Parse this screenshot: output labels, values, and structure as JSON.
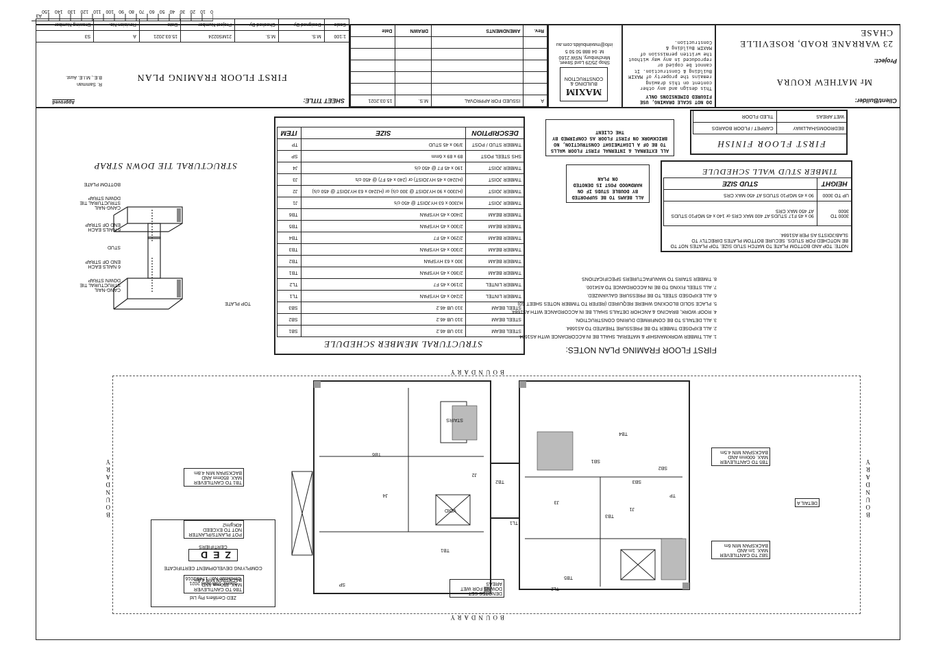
{
  "ruler": {
    "label": "A3",
    "ticks": [
      "0",
      "10",
      "20",
      "30",
      "40",
      "50",
      "60",
      "70",
      "80",
      "90",
      "100",
      "110",
      "120",
      "130",
      "140",
      "150"
    ]
  },
  "titleblock": {
    "project_label": "Project:",
    "project": "23 WARRANE ROAD, ROSEVILLE CHASE",
    "client_label": "Client/Builder:",
    "client": "Mr MATHEW KOURA",
    "disclaimer_1": "DO NOT SCALE DRAWING, USE FIGURED DIMENSIONS ONLY",
    "disclaimer_2": "This design and any other content on this drawing remains the property of MAXIM Building & Construction. It cannot be copied or reproduced in any way without the written permission of MAXIM Building & Construction.",
    "company": "MAXIM",
    "company_sub": "BUILDING & CONSTRUCTION",
    "company_address": "Shop 25/29 Lord Street, Minchinbury, NSW 2160",
    "company_phone": "M: 04 888 50 50 5",
    "company_web": "info@maximbuilds.com.au",
    "rev_headers": [
      "Rev.",
      "AMENDMENTS",
      "DRAWN",
      "Date"
    ],
    "rev_rows": [
      {
        "rev": "A",
        "amendment": "ISSUED FOR APPROVAL",
        "drawn": "M.S.",
        "date": "15.03.2021"
      }
    ],
    "sheet_title_label": "SHEET TITLE:",
    "sheet_title": "FIRST FLOOR FRAMING PLAN",
    "approved_label": "Approved",
    "approved_note_1": "R. Samman",
    "approved_note_2": "B.E., M.I.E. Aust.",
    "info_headers": [
      "Scale",
      "Designed By",
      "Checked By",
      "Project Number",
      "Date",
      "Revision No.",
      "Drawing Number"
    ],
    "info_values": [
      "1:100",
      "M.S.",
      "M.S.",
      "21MS0224",
      "15.03.2021",
      "A",
      "S3"
    ]
  },
  "finish": {
    "title": "FIRST FLOOR FINISH",
    "rows": [
      [
        "WET AREAS",
        "TILED FLOOR"
      ],
      [
        "BEDROOMS/HALLWAY",
        "CARPET / FLOOR BOARDS"
      ]
    ]
  },
  "stud_schedule": {
    "title": "TIMBER STUD WALL SCHEDULE",
    "headers": [
      "HEIGHT",
      "STUD SIZE"
    ],
    "rows": [
      [
        "UP TO 3000",
        "90 x 45 MGP10 STUDS AT 450 MAX CRS"
      ],
      [
        "3000 TO 3600",
        "90 x 45 F17 STUDS AT 400 MAX CRS or 140 x 45 MGP10 STUDS AT 450 MAX CRS"
      ]
    ],
    "note": "NOTE: TOP AND BOTTOM PLATE TO MATCH STUD SIZE. TOP PLATES NOT TO BE NOTCHED FOR STUDS. SECURE BOTTOM PLATES DIRECTLY TO SLAB/JOISTS AS PER AS1684."
  },
  "callouts": {
    "external": "ALL EXTERNAL & INTERNAL FIRST FLOOR WALLS TO BE OF A LIGHTWEIGHT CONSTRUCTION, NO BRICKWORK ON FIRST FLOOR AS CONFIRMED BY THE CLIENT",
    "beams": "ALL BEAMS TO BE SUPPORTED BY DOUBLE STUDS IF ON HARDWOOD POST IS DENOTED ON PLAN"
  },
  "member_schedule": {
    "title": "STRUCTURAL MEMBER SCHEDULE",
    "headers": [
      "ITEM",
      "SIZE",
      "DESCRIPTION"
    ],
    "rows": [
      [
        "SB1",
        "310 UB 46.2",
        "STEEL BEAM"
      ],
      [
        "SB2",
        "310 UB 46.2",
        "STEEL BEAM"
      ],
      [
        "SB3",
        "310 UB 46.2",
        "STEEL BEAM"
      ],
      [
        "TL1",
        "2/240 x 45 HYSPAN",
        "TIMBER LINTEL"
      ],
      [
        "TL2",
        "2/190 x 45 F7",
        "TIMBER LINTEL"
      ],
      [
        "TB1",
        "2/360 x 45 HYSPAN",
        "TIMBER BEAM"
      ],
      [
        "TB2",
        "300 x 63 HYSPAN",
        "TIMBER BEAM"
      ],
      [
        "TB3",
        "2/300 x 45 HYSPAN",
        "TIMBER BEAM"
      ],
      [
        "TB4",
        "2/290 x 45 F7",
        "TIMBER BEAM"
      ],
      [
        "TB5",
        "2/300 x 45 HYSPAN",
        "TIMBER BEAM"
      ],
      [
        "TB6",
        "2/400 x 45 HYSPAN",
        "TIMBER BEAM"
      ],
      [
        "J1",
        "HJ300 x 63 HYJOIST @ 450 c/s",
        "TIMBER JOIST"
      ],
      [
        "J2",
        "(HJ300 x 90 HYJOIST @ 300 c/s) or (HJ240 x 63 HYJOIST @ 450 c/s)",
        "TIMBER JOIST"
      ],
      [
        "J3",
        "(HJ240 x 45 HYJOIST) or (240 x 45 F7) @ 450 c/s",
        "TIMBER JOIST"
      ],
      [
        "J4",
        "190 x 45 F7 @ 450 c/s",
        "TIMBER JOIST"
      ],
      [
        "SP",
        "89 x 89 x 6mm",
        "SHS STEEL POST"
      ],
      [
        "TP",
        "3/90 x 45 STUD",
        "TIMBER STUD / POST"
      ]
    ]
  },
  "notes": {
    "title": "FIRST FLOOR FRAMING PLAN NOTES:",
    "items": [
      "1.  ALL TIMBER WORKMANSHIP & MATERIAL SHALL BE IN ACCORDANCE WITH AS1684.",
      "2.  ALL EXPOSED TIMBER TO BE PRESSURE TREATED TO AS1684.",
      "3.  ALL DETAILS TO BE CONFIRMED DURING CONSTRUCTION.",
      "4.  ROOF WORK, BRACING & ANCHOR DETAILS SHALL BE IN ACCORDANCE WITH AS1684.",
      "5.  PLACE SOLID BLOCKING WHERE REQUIRED (REFER TO TIMBER NOTES SHEET S0)",
      "6.  ALL EXPOSED STEEL TO BE PRESSURE GALVANIZED.",
      "7.  ALL STEEL FIXING TO BE IN ACCORDANCE TO AS4100.",
      "8.  TIMBER STAIRS TO MANUFACTURERS SPECIFICATIONS"
    ]
  },
  "tie_detail": {
    "title": "STRUCTURAL TIE DOWN STRAP",
    "labels": [
      "TOP PLATE",
      "CANG-NAIL STRUCTURAL TIE DOWN STRAP",
      "6 NAILS EACH END OF STRAP",
      "STUD",
      "6 NAILS EACH END OF STRAP",
      "CANG-NAIL STRUCTURAL TIE DOWN STRAP",
      "BOTTOM PLATE"
    ]
  },
  "plan": {
    "boundary": "BOUNDARY",
    "labels": [
      "TB5",
      "TB3",
      "TB1",
      "TB2",
      "TB4",
      "TB6",
      "TL1",
      "TL2",
      "SB1",
      "SB2",
      "SB3",
      "J1",
      "J2",
      "J3",
      "J4",
      "TP",
      "SP",
      "VOID",
      "STAIRS"
    ],
    "notes": [
      "DENOTES SET-DOWNS FOR WET AREAS",
      "POT PLANTS/PLANTER NOT TO EXCEED 40Kg/m2",
      "TB1 TO CANTILEVER MAX. 850mm AND BACKSPAN MIN 4.8m",
      "TB6 TO CANTILEVER MAX. 850mm AND BACKSPAN MIN 4.8m",
      "SB2 TO CANTILEVER MAX. 1m AND BACKSPAN MIN 6m",
      "TB5 TO CANTILEVER MAX. 600mm AND BACKSPAN MIN 4.5m",
      "DETAIL A"
    ]
  },
  "stamp": {
    "logo": "ZED",
    "logo_sub": "CERTIFIERS",
    "title": "COMPLYING DEVELOPMENT CERTIFICATE",
    "cert_no": "Certificate No.: 1749/2016",
    "date": "Dated: 15th April 2021",
    "company": "ZED Certifiers Pty Ltd"
  }
}
